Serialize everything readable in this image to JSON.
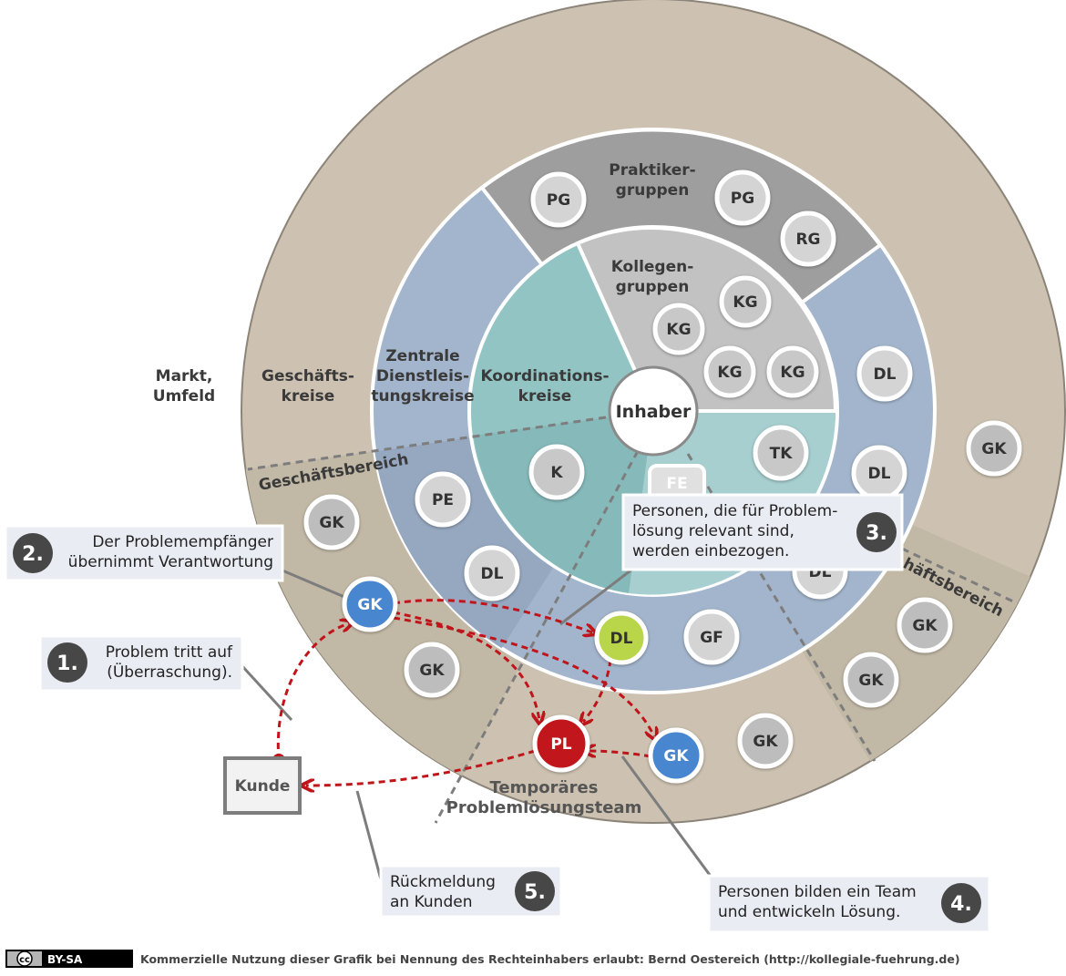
{
  "colors": {
    "outer_ring": "#cdc2b1",
    "business_area": "#c2b8a6",
    "service_ring": "#a3b5cc",
    "coordination": "#93c4c4",
    "practitioners": "#9e9e9e",
    "colleagues": "#c2c2c2",
    "highlight_blue": "#4a86d0",
    "highlight_green": "#b9d64c",
    "highlight_red": "#c0141b",
    "callout_bg": "#e9ecf3",
    "number_badge": "#474747"
  },
  "rings": {
    "markt": "Markt,\nUmfeld",
    "geschaeftskreise": "Geschäfts-\nkreise",
    "zentrale": "Zentrale\nDienstleis-\ntungskreise",
    "koordination": "Koordinations-\nkreise",
    "praktiker": "Praktiker-\ngruppen",
    "kollegen": "Kollegen-\ngruppen",
    "inhaber": "Inhaber",
    "geschaeftsbereich_left": "Geschäftsbereich",
    "geschaeftsbereich_right": "häftsbereich",
    "team": "Temporäres\nProblemlösungsteam"
  },
  "nodes": {
    "pg1": "PG",
    "pg2": "PG",
    "rg": "RG",
    "kg1": "KG",
    "kg2": "KG",
    "kg3": "KG",
    "kg4": "KG",
    "tk": "TK",
    "fe": "FE",
    "k": "K",
    "dl1": "DL",
    "dl2": "DL",
    "dl3": "DL",
    "dl4": "DL",
    "dl5": "DL",
    "pe": "PE",
    "gf": "GF",
    "gk1": "GK",
    "gk2": "GK",
    "gk3": "GK",
    "gk4": "GK",
    "gk5": "GK",
    "gk6": "GK",
    "gk_blue1": "GK",
    "gk_blue2": "GK",
    "pl": "PL"
  },
  "kunde": "Kunde",
  "callouts": {
    "c1": {
      "number": "1.",
      "text": "Problem tritt auf\n(Überraschung)."
    },
    "c2": {
      "number": "2.",
      "text": "Der Problemempfänger\nübernimmt Verantwortung"
    },
    "c3": {
      "number": "3.",
      "text": "Personen, die für Problem-\nlösung relevant sind,\nwerden einbezogen."
    },
    "c4": {
      "number": "4.",
      "text": "Personen bilden ein Team\nund entwickeln Lösung."
    },
    "c5": {
      "number": "5.",
      "text": "Rückmeldung\nan Kunden"
    }
  },
  "footer": {
    "license": "BY-SA",
    "cc": "cc",
    "text": "Kommerzielle Nutzung dieser Grafik bei Nennung des Rechteinhabers erlaubt: Bernd Oestereich (http://kollegiale-fuehrung.de)"
  }
}
